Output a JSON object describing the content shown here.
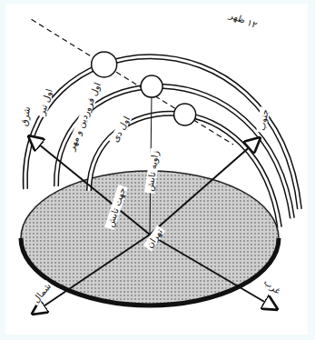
{
  "diagram": {
    "labels": [
      "۱۲ ظهر",
      "اول تیر",
      "اول فروردین و مهر",
      "اول دی",
      "زاویه تابش",
      "جهت تابش",
      "تهران",
      "شرق",
      "جنوب",
      "شمال",
      "غرب"
    ]
  }
}
